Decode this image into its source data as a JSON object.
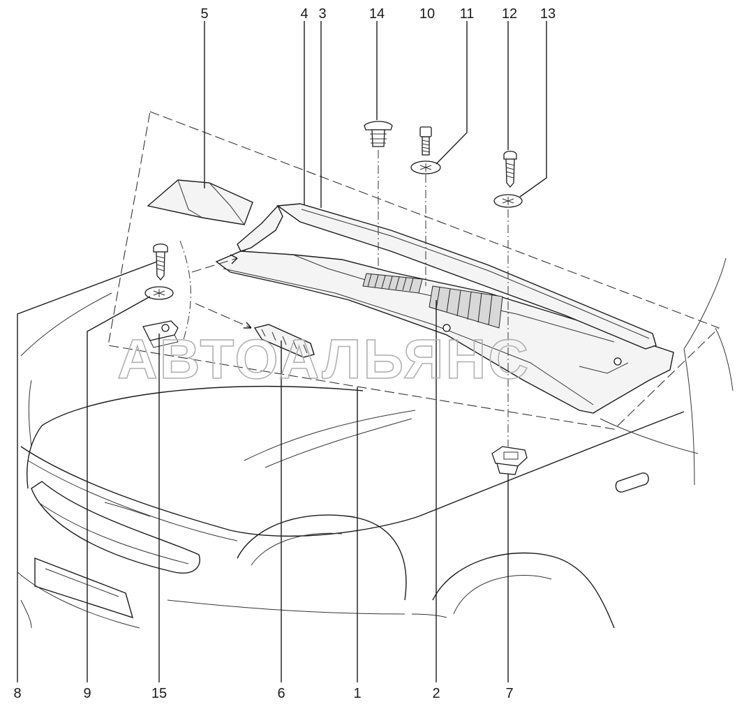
{
  "watermark": "АВТОАЛЬЯНС",
  "callouts": {
    "c1": "1",
    "c2": "2",
    "c3": "3",
    "c4": "4",
    "c5": "5",
    "c6": "6",
    "c7": "7",
    "c8": "8",
    "c9": "9",
    "c10": "10",
    "c11": "11",
    "c12": "12",
    "c13": "13",
    "c14": "14",
    "c15": "15"
  }
}
